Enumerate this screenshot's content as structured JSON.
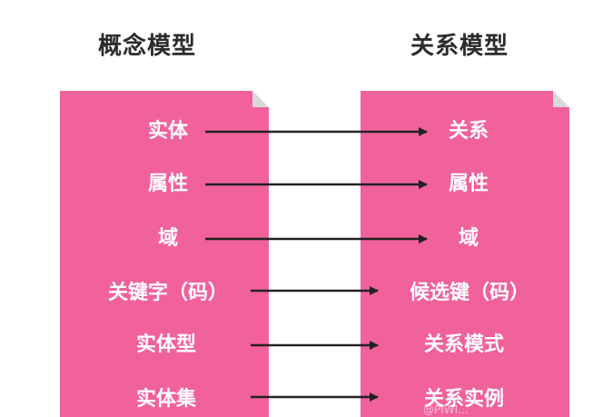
{
  "titles": {
    "left": "概念模型",
    "right": "关系模型"
  },
  "mappings": [
    {
      "left": "实体",
      "right": "关系"
    },
    {
      "left": "属性",
      "right": "属性"
    },
    {
      "left": "域",
      "right": "域"
    },
    {
      "left": "关键字（码）",
      "right": "候选键（码）"
    },
    {
      "left": "实体型",
      "right": "关系模式"
    },
    {
      "left": "实体集",
      "right": "关系实例"
    }
  ],
  "watermark": "@PIWI...",
  "colors": {
    "panel": "#f1619c",
    "arrow": "#222222",
    "title": "#2b2b2b"
  }
}
